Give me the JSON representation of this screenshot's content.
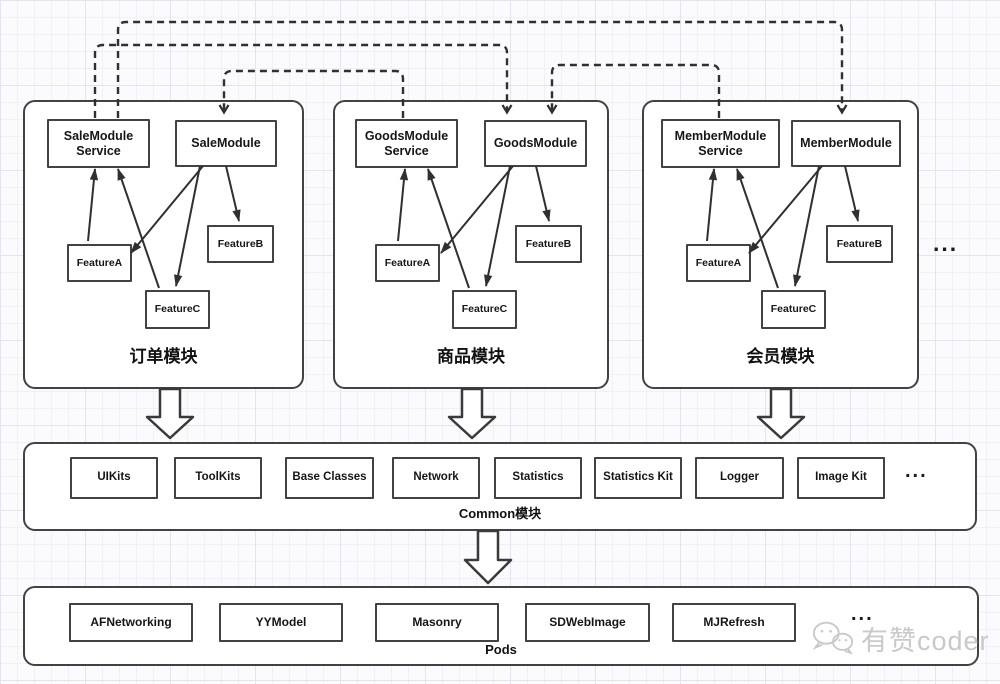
{
  "diagram": {
    "groups": [
      {
        "caption": "订单模块",
        "service": "SaleModule Service",
        "module": "SaleModule",
        "features": [
          "FeatureA",
          "FeatureB",
          "FeatureC"
        ]
      },
      {
        "caption": "商品模块",
        "service": "GoodsModule Service",
        "module": "GoodsModule",
        "features": [
          "FeatureA",
          "FeatureB",
          "FeatureC"
        ]
      },
      {
        "caption": "会员模块",
        "service": "MemberModule Service",
        "module": "MemberModule",
        "features": [
          "FeatureA",
          "FeatureB",
          "FeatureC"
        ]
      }
    ],
    "groups_ellipsis": "...",
    "common": {
      "caption": "Common模块",
      "items": [
        "UIKits",
        "ToolKits",
        "Base Classes",
        "Network",
        "Statistics",
        "Statistics Kit",
        "Logger",
        "Image Kit"
      ],
      "ellipsis": "..."
    },
    "pods": {
      "caption": "Pods",
      "items": [
        "AFNetworking",
        "YYModel",
        "Masonry",
        "SDWebImage",
        "MJRefresh"
      ],
      "ellipsis": "..."
    },
    "watermark": {
      "text": "有赞coder",
      "icon": "wechat-logo",
      "color": "#c9c9c9"
    },
    "colors": {
      "line": "#303030",
      "box_border": "#424242",
      "box_fill": "#ffffff",
      "grid_line": "#e6e2f2",
      "background": "#fbfafd",
      "text": "#161616"
    }
  }
}
